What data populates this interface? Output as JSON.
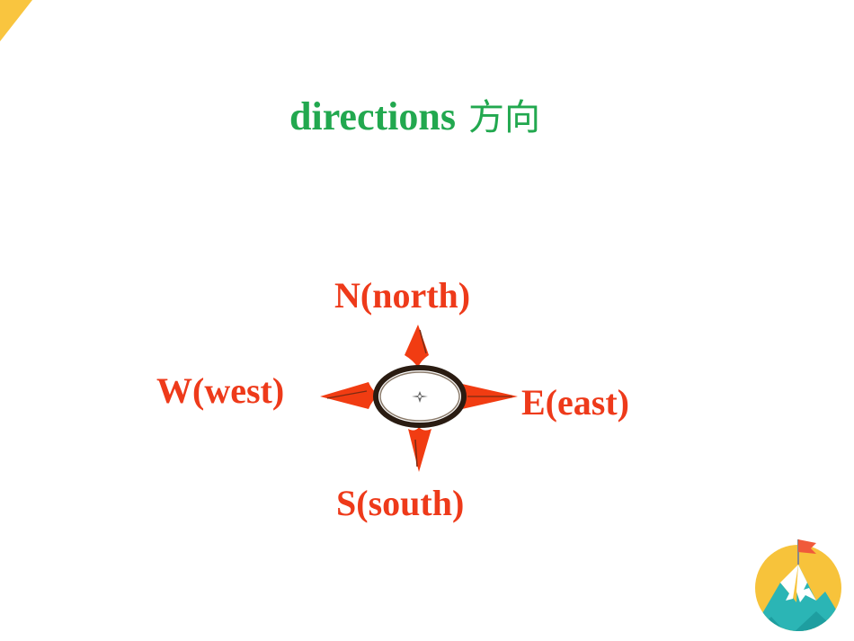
{
  "title": {
    "english": "directions",
    "chinese": "方向"
  },
  "compass": {
    "north_label": "N(north)",
    "south_label": "S(south)",
    "east_label": "E(east)",
    "west_label": "W(west)"
  },
  "colors": {
    "title": "#22a84f",
    "labels": "#ee3a1a",
    "arrow": "#f13c12",
    "corner": "#f9c53f",
    "logo_yellow": "#f7c33b",
    "logo_teal": "#2bb5b5",
    "logo_flag": "#f05a3a"
  },
  "icons": {
    "corner": "corner-triangle-decoration",
    "compass": "compass-icon",
    "logo": "mountain-flag-logo-icon"
  }
}
